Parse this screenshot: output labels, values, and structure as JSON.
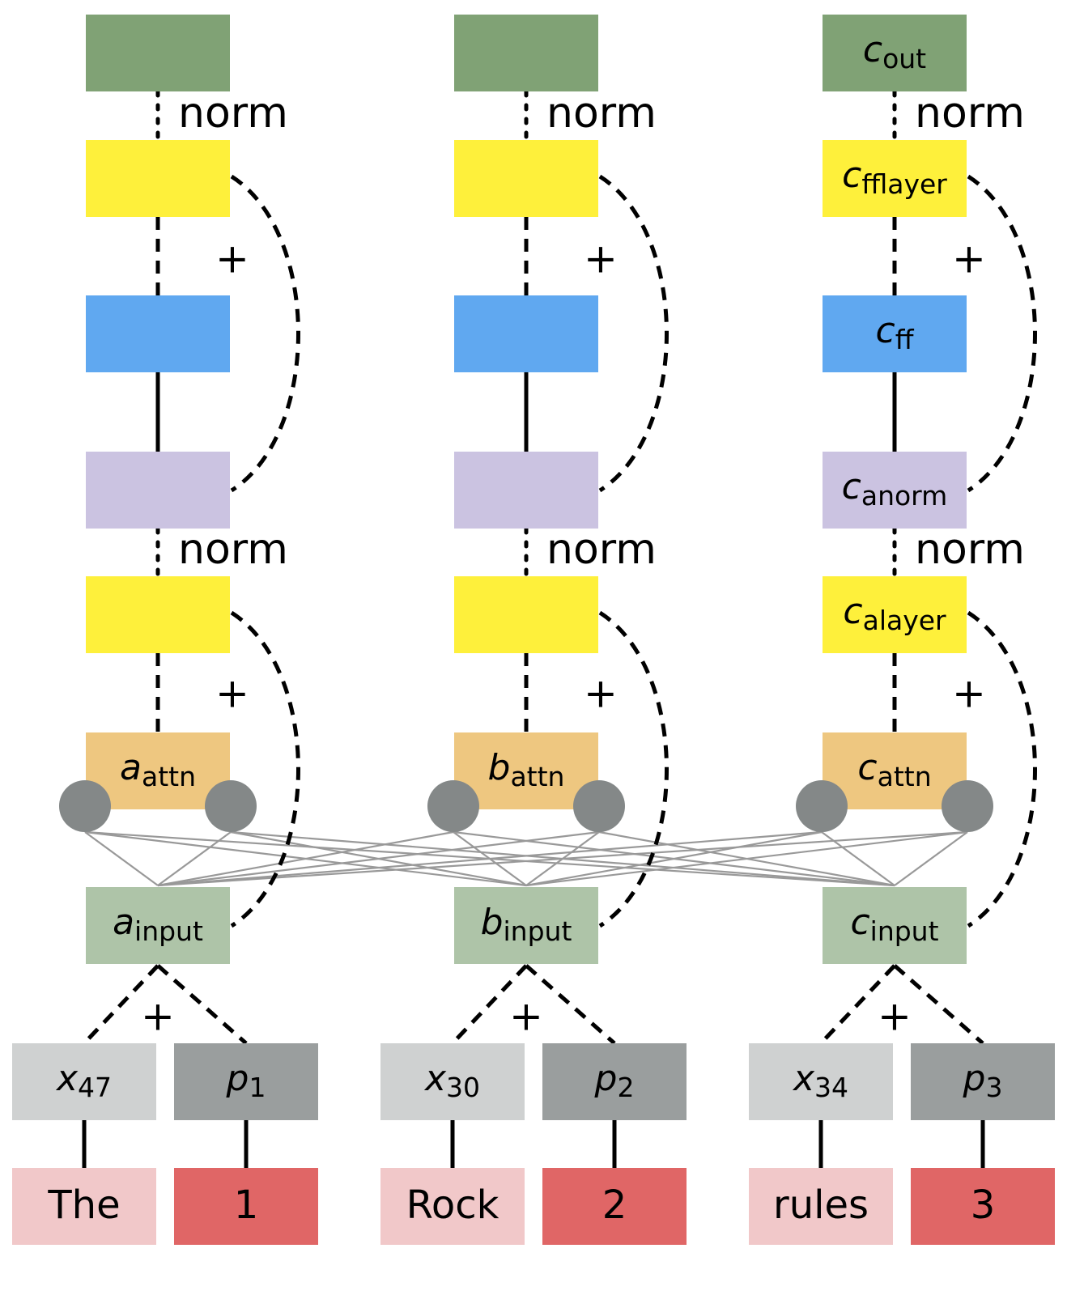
{
  "norm_label": "norm",
  "plus_label": "+",
  "colors": {
    "out": "#80a275",
    "layer": "#fef03b",
    "ff": "#60a8f0",
    "anorm": "#cbc3e1",
    "attn": "#eec780",
    "head": "#848888",
    "input": "#aec4a8",
    "token_embed": "#cfd1d1",
    "pos_embed": "#9a9e9e",
    "word": "#f1c8c9",
    "pos": "#e06666",
    "mesh_line": "#999999"
  },
  "columns": [
    {
      "out": {
        "var": "",
        "sub": ""
      },
      "fflayer": {
        "var": "",
        "sub": ""
      },
      "ff": {
        "var": "",
        "sub": ""
      },
      "anorm": {
        "var": "",
        "sub": ""
      },
      "alayer": {
        "var": "",
        "sub": ""
      },
      "attn": {
        "var": "a",
        "sub": "attn"
      },
      "input": {
        "var": "a",
        "sub": "input"
      },
      "token_embed": {
        "var": "x",
        "sub": "47"
      },
      "pos_embed": {
        "var": "p",
        "sub": "1"
      },
      "word": "The",
      "position": "1"
    },
    {
      "out": {
        "var": "",
        "sub": ""
      },
      "fflayer": {
        "var": "",
        "sub": ""
      },
      "ff": {
        "var": "",
        "sub": ""
      },
      "anorm": {
        "var": "",
        "sub": ""
      },
      "alayer": {
        "var": "",
        "sub": ""
      },
      "attn": {
        "var": "b",
        "sub": "attn"
      },
      "input": {
        "var": "b",
        "sub": "input"
      },
      "token_embed": {
        "var": "x",
        "sub": "30"
      },
      "pos_embed": {
        "var": "p",
        "sub": "2"
      },
      "word": "Rock",
      "position": "2"
    },
    {
      "out": {
        "var": "c",
        "sub": "out"
      },
      "fflayer": {
        "var": "c",
        "sub": "fflayer"
      },
      "ff": {
        "var": "c",
        "sub": "ff"
      },
      "anorm": {
        "var": "c",
        "sub": "anorm"
      },
      "alayer": {
        "var": "c",
        "sub": "alayer"
      },
      "attn": {
        "var": "c",
        "sub": "attn"
      },
      "input": {
        "var": "c",
        "sub": "input"
      },
      "token_embed": {
        "var": "x",
        "sub": "34"
      },
      "pos_embed": {
        "var": "p",
        "sub": "3"
      },
      "word": "rules",
      "position": "3"
    }
  ]
}
